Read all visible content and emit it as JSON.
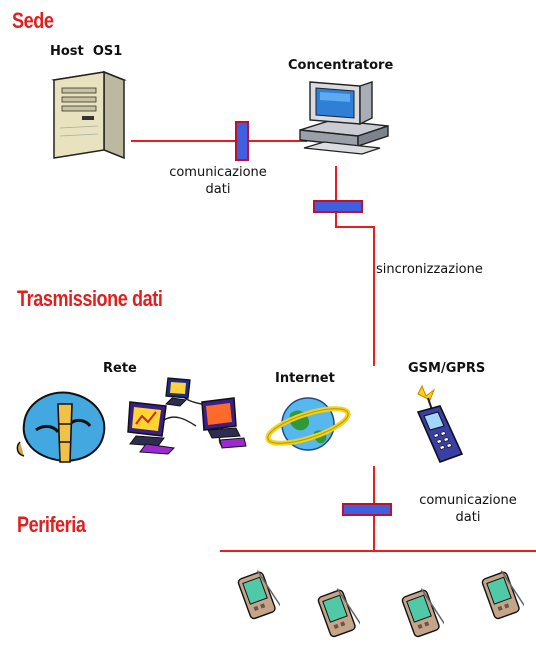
{
  "sections": {
    "sede": "Sede",
    "trasmissione": "Trasmissione dati",
    "periferia": "Periferia"
  },
  "nodes": {
    "host": "Host  OS1",
    "concentratore": "Concentratore",
    "rete": "Rete",
    "internet": "Internet",
    "gsm": "GSM/GPRS"
  },
  "links": {
    "comm_top_1": "comunicazione",
    "comm_top_2": "dati",
    "sync": "sincronizzazione",
    "comm_bottom_1": "comunicazione",
    "comm_bottom_2": "dati"
  },
  "icons": [
    "server-icon",
    "computer-icon",
    "mask-icon",
    "network-icon",
    "globe-icon",
    "mobile-phone-icon",
    "handheld-icon"
  ],
  "colors": {
    "section": "#e02020",
    "line": "#e81e1e",
    "connector": "#3d5fe0"
  }
}
